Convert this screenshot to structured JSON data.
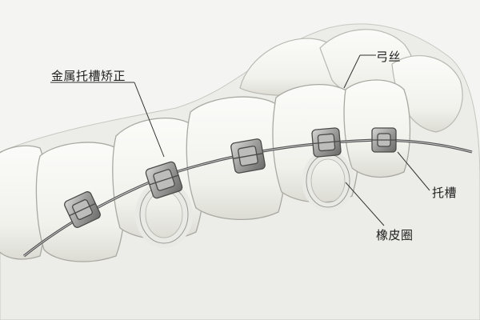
{
  "labels": {
    "metal_braces": "金属托槽矫正",
    "archwire": "弓丝",
    "bracket": "托槽",
    "elastic_ring": "橡皮圈"
  },
  "colors": {
    "background": "#f4f4f2",
    "tooth_fill": "#f7f7f4",
    "tooth_shadow": "#d9d9d3",
    "gum_fill": "#ececE8",
    "metal": "#a9a9a9",
    "metal_dark": "#5e5e5e",
    "wire": "#555555",
    "ring": "#ededea",
    "text": "#1e1e1e"
  },
  "icons": [
    "bracket-icon",
    "elastic-ring-icon",
    "archwire-icon",
    "tooth-icon"
  ]
}
